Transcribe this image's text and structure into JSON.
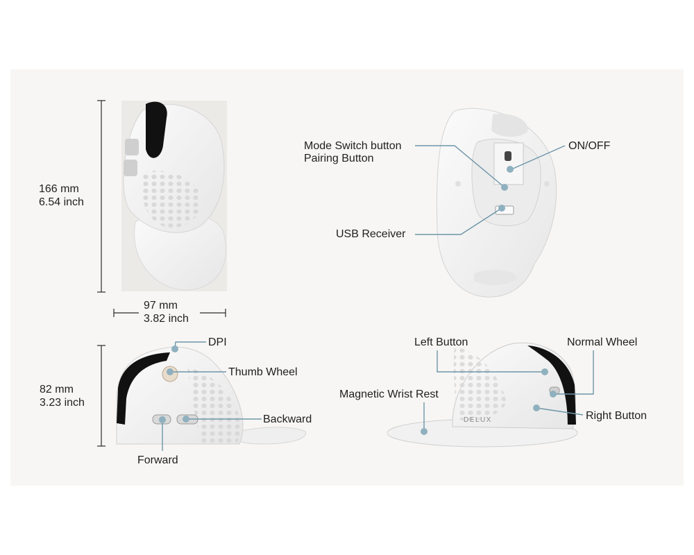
{
  "dimensions": {
    "height_mm": "166 mm",
    "height_inch": "6.54 inch",
    "width_mm": "97 mm",
    "width_inch": "3.82 inch",
    "side_height_mm": "82 mm",
    "side_height_inch": "3.23 inch"
  },
  "callouts": {
    "mode_switch": "Mode Switch button",
    "pairing": "Pairing Button",
    "on_off": "ON/OFF",
    "usb_receiver": "USB Receiver",
    "dpi": "DPI",
    "thumb_wheel": "Thumb Wheel",
    "backward": "Backward",
    "forward": "Forward",
    "left_button": "Left Button",
    "normal_wheel": "Normal Wheel",
    "magnetic_wrist_rest": "Magnetic Wrist Rest",
    "right_button": "Right Button"
  },
  "brand": "DELUX",
  "colors": {
    "leader": "#6e95a8",
    "dot": "#8fb0bf",
    "dimension": "#2a2a2a",
    "panel": "#f7f6f4",
    "mouse_white": "#f2f2f2",
    "mouse_dark": "#111111"
  }
}
